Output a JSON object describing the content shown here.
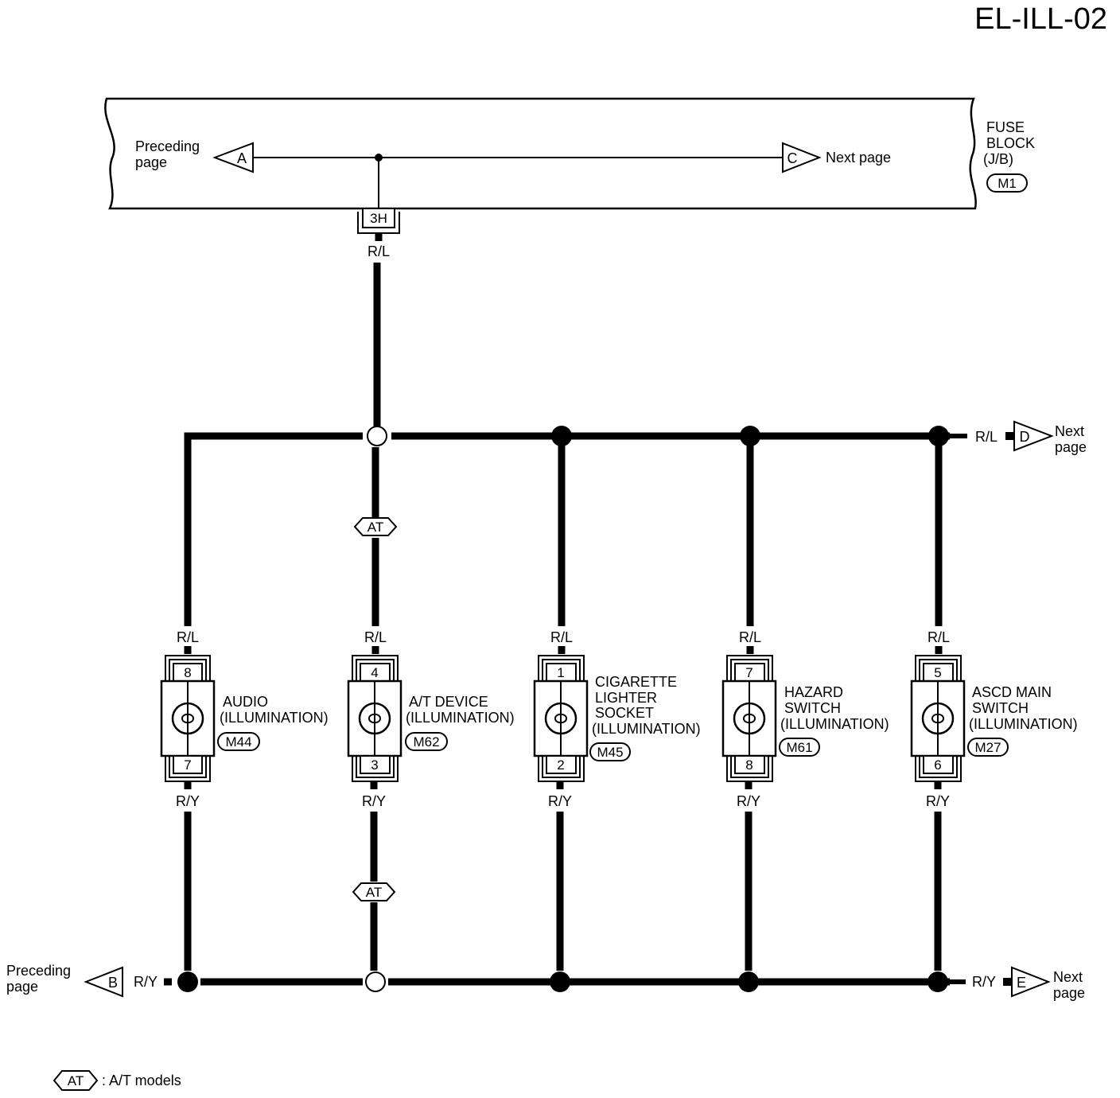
{
  "title": "EL-ILL-02",
  "fuse_block": {
    "name_lines": [
      "FUSE",
      "BLOCK",
      "(J/B)"
    ],
    "connector": "M1",
    "terminal": "3H",
    "preceding_label_lines": [
      "Preceding",
      "page"
    ],
    "preceding_ref": "A",
    "next_label": "Next page",
    "next_ref": "C"
  },
  "feed_wire": "R/L",
  "top_bus": {
    "wire": "R/L",
    "ref": "D",
    "next_label_lines": [
      "Next",
      "page"
    ]
  },
  "bottom_bus": {
    "wire_left": "R/Y",
    "wire_right": "R/Y",
    "left_ref": "B",
    "right_ref": "E",
    "preceding_label_lines": [
      "Preceding",
      "page"
    ],
    "next_label_lines": [
      "Next",
      "page"
    ]
  },
  "at_tag": "AT",
  "components": [
    {
      "name_lines": [
        "AUDIO",
        "(ILLUMINATION)"
      ],
      "connector": "M44",
      "pin_top": "8",
      "pin_bottom": "7",
      "wire_top": "R/L",
      "wire_bottom": "R/Y"
    },
    {
      "name_lines": [
        "A/T DEVICE",
        "(ILLUMINATION)"
      ],
      "connector": "M62",
      "pin_top": "4",
      "pin_bottom": "3",
      "wire_top": "R/L",
      "wire_bottom": "R/Y"
    },
    {
      "name_lines": [
        "CIGARETTE",
        "LIGHTER",
        "SOCKET",
        "(ILLUMINATION)"
      ],
      "connector": "M45",
      "pin_top": "1",
      "pin_bottom": "2",
      "wire_top": "R/L",
      "wire_bottom": "R/Y"
    },
    {
      "name_lines": [
        "HAZARD",
        "SWITCH",
        "(ILLUMINATION)"
      ],
      "connector": "M61",
      "pin_top": "7",
      "pin_bottom": "8",
      "wire_top": "R/L",
      "wire_bottom": "R/Y"
    },
    {
      "name_lines": [
        "ASCD MAIN",
        "SWITCH",
        "(ILLUMINATION)"
      ],
      "connector": "M27",
      "pin_top": "5",
      "pin_bottom": "6",
      "wire_top": "R/L",
      "wire_bottom": "R/Y"
    }
  ],
  "legend": {
    "symbol": "AT",
    "text": ": A/T models"
  }
}
